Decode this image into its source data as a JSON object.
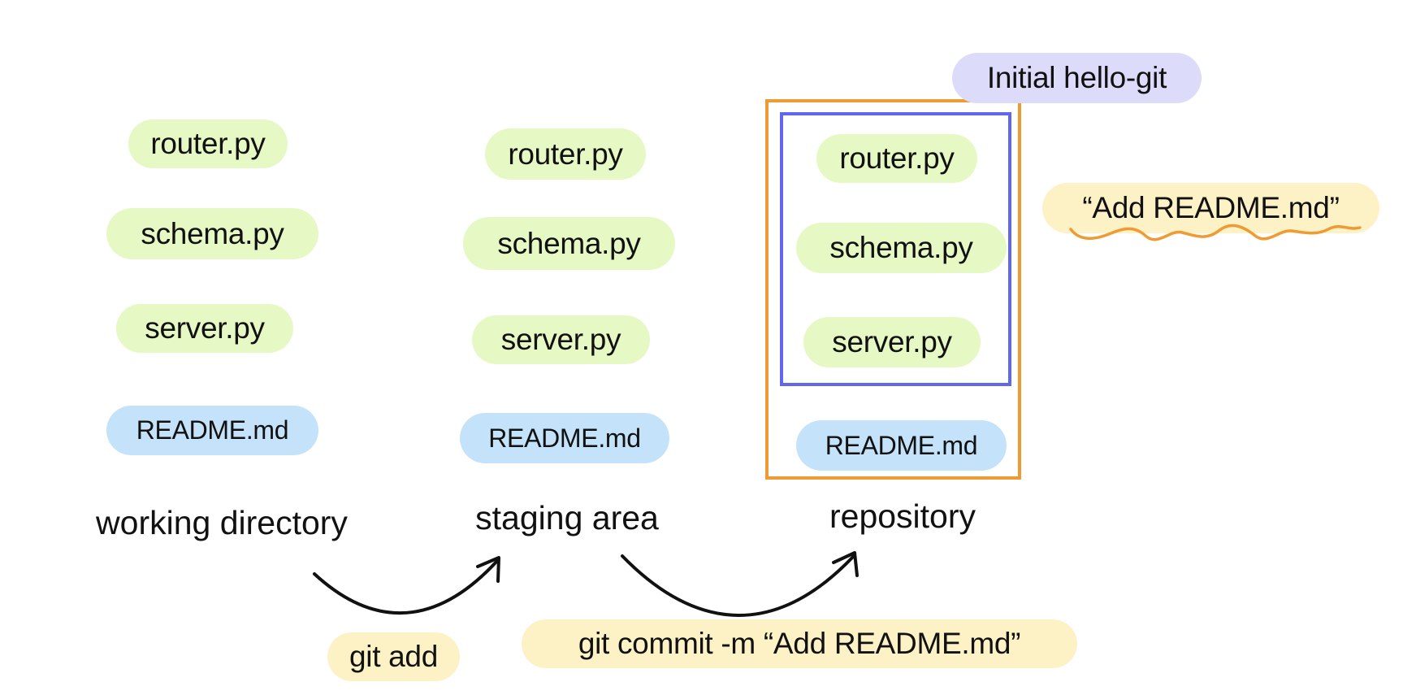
{
  "colors": {
    "green": "#E6F9C4",
    "blue": "#C4E3FA",
    "purple": "#DCDCFA",
    "yellow": "#FDF1C6",
    "orange_border": "#F09A34",
    "blue_border": "#6066EE",
    "arrow": "#111111"
  },
  "areas": {
    "working_directory": {
      "label": "working directory",
      "files": [
        "router.py",
        "schema.py",
        "server.py",
        "README.md"
      ]
    },
    "staging_area": {
      "label": "staging area",
      "files": [
        "router.py",
        "schema.py",
        "server.py",
        "README.md"
      ]
    },
    "repository": {
      "label": "repository",
      "previous_commit_files": [
        "router.py",
        "schema.py",
        "server.py"
      ],
      "new_file": "README.md"
    }
  },
  "commits": {
    "initial": "Initial hello-git",
    "new": "“Add README.md”"
  },
  "commands": {
    "add": "git add",
    "commit": "git commit -m “Add README.md”"
  }
}
